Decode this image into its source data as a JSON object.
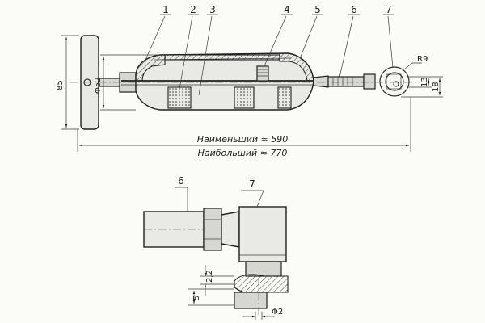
{
  "callouts": {
    "c1": "1",
    "c2": "2",
    "c3": "3",
    "c4": "4",
    "c5": "5",
    "c6": "6",
    "c7": "7",
    "detail_6": "6",
    "detail_7": "7"
  },
  "dimensions": {
    "height_85": "85",
    "dia_52": "Φ52",
    "radius_9": "R9",
    "d13": "13",
    "d18": "18",
    "length_min": "Наименьший ≈ 590",
    "length_max": "Наибольший ≈ 770",
    "d2_2": "2,2",
    "d5": "5",
    "dia_2": "Φ2"
  }
}
